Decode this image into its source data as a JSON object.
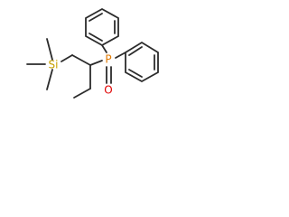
{
  "molecule": {
    "atoms": {
      "si": {
        "label": "Si",
        "color": "#c8a000"
      },
      "p": {
        "label": "P",
        "color": "#e07800"
      },
      "o": {
        "label": "O",
        "color": "#e00000"
      }
    },
    "bond_color": "#2b2b2b",
    "background": "#ffffff"
  }
}
